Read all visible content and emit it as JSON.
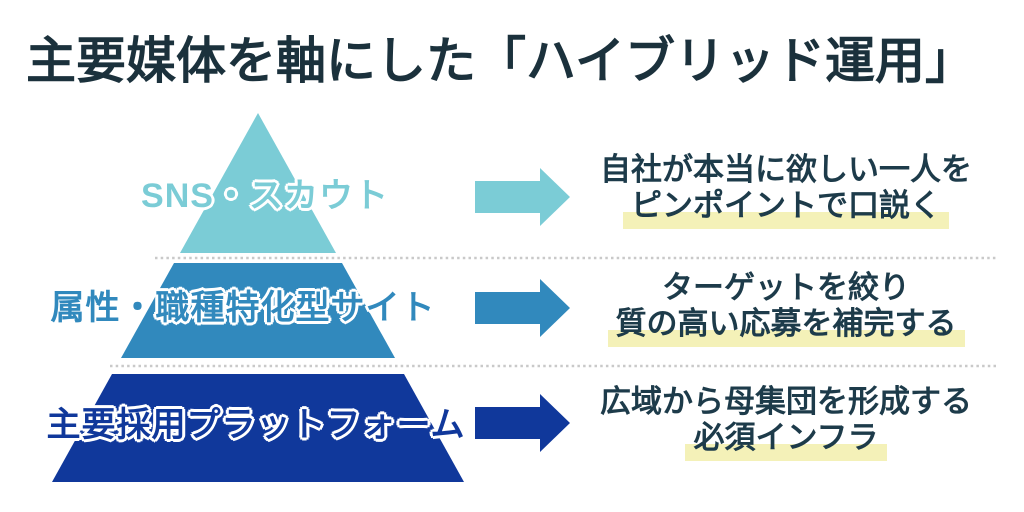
{
  "title": {
    "text": "主要媒体を軸にした「ハイブリッド運用」"
  },
  "palette": {
    "title_text": "#1b313c",
    "body_text": "#1d3b4a",
    "tier1_teal": "#7bccd6",
    "tier2_blue": "#3189bd",
    "tier3_navy": "#10389b",
    "highlight_yellow": "#f4f1b8",
    "dotted_line_gray": "#c9c9c9",
    "background": "#ffffff"
  },
  "pyramid": {
    "tiers": [
      {
        "label": "SNS・スカウト",
        "color": "#7bccd6"
      },
      {
        "label": "属性・職種特化型サイト",
        "color": "#3189bd"
      },
      {
        "label": "主要採用プラットフォーム",
        "color": "#10389b"
      }
    ]
  },
  "rows": [
    {
      "arrow_icon": "right-arrow",
      "arrow_color": "#7bccd6",
      "line1": "自社が本当に欲しい一人を",
      "line2": "ピンポイントで口説く"
    },
    {
      "arrow_icon": "right-arrow",
      "arrow_color": "#3189bd",
      "line1": "ターゲットを絞り",
      "line2": "質の高い応募を補完する"
    },
    {
      "arrow_icon": "right-arrow",
      "arrow_color": "#10389b",
      "line1": "広域から母集団を形成する",
      "line2": "必須インフラ"
    }
  ]
}
